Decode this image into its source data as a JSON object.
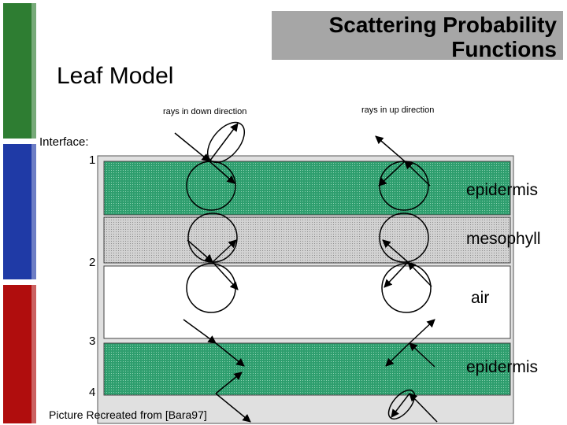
{
  "title": "Scattering Probability Functions",
  "subtitle": "Leaf Model",
  "labels": {
    "rays_down": "rays in down direction",
    "rays_up": "rays in up direction",
    "interface": "Interface:",
    "interfaces": [
      "1",
      "2",
      "3",
      "4"
    ]
  },
  "layers": [
    {
      "name": "epidermis",
      "color": "#2e9e6e"
    },
    {
      "name": "mesophyll",
      "color": "#c8c8c8"
    },
    {
      "name": "air",
      "color": "#ffffff"
    },
    {
      "name": "epidermis",
      "color": "#2e9e6e"
    }
  ],
  "caption": "Picture Recreated from [Bara97]",
  "colors": {
    "sidebar": [
      "#2e7d32",
      "#1f3aa6",
      "#b00d0d"
    ],
    "title_box": "#a6a6a6"
  }
}
